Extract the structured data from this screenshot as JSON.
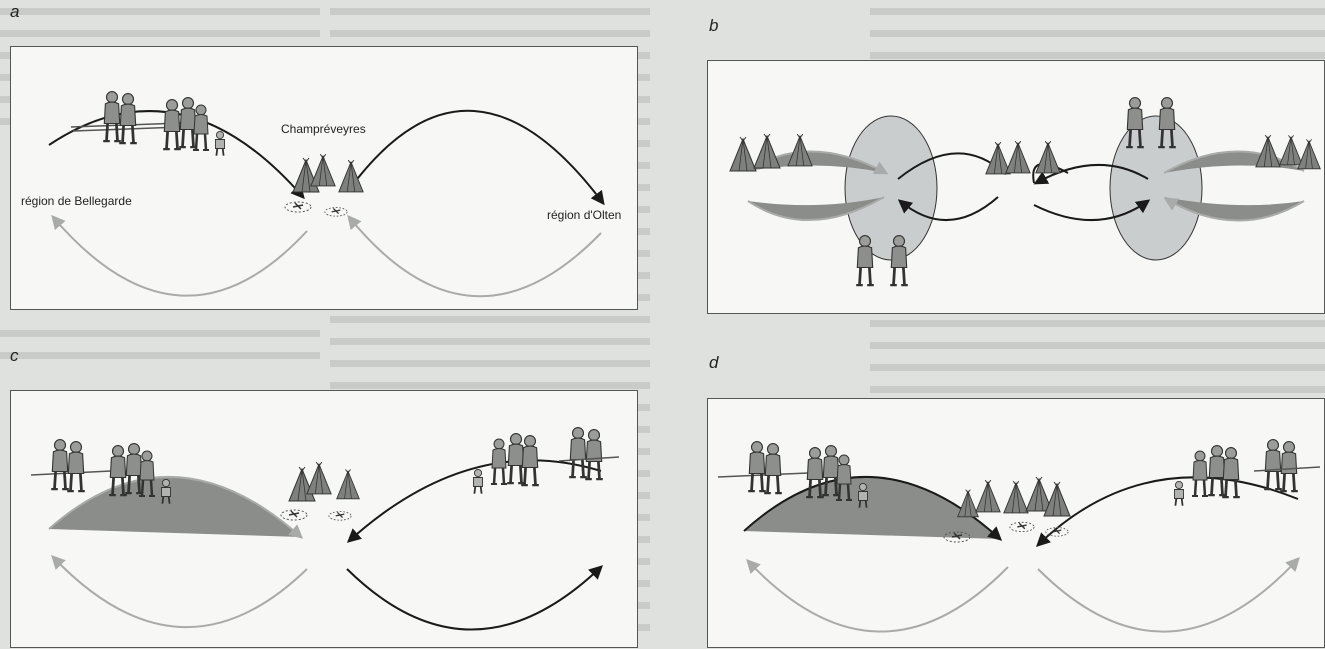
{
  "panels": [
    {
      "id": "a",
      "letter": "a"
    },
    {
      "id": "b",
      "letter": "b"
    },
    {
      "id": "c",
      "letter": "c"
    },
    {
      "id": "d",
      "letter": "d"
    }
  ],
  "labels": {
    "left_region": "région de Bellegarde",
    "center_site": "Champréveyres",
    "right_region": "région d'Olten"
  },
  "colors": {
    "dark_arrow": "#1a1a1a",
    "light_arrow": "#a9abab",
    "shade": "#8a8d8a",
    "oval": "#c9cdcd"
  }
}
